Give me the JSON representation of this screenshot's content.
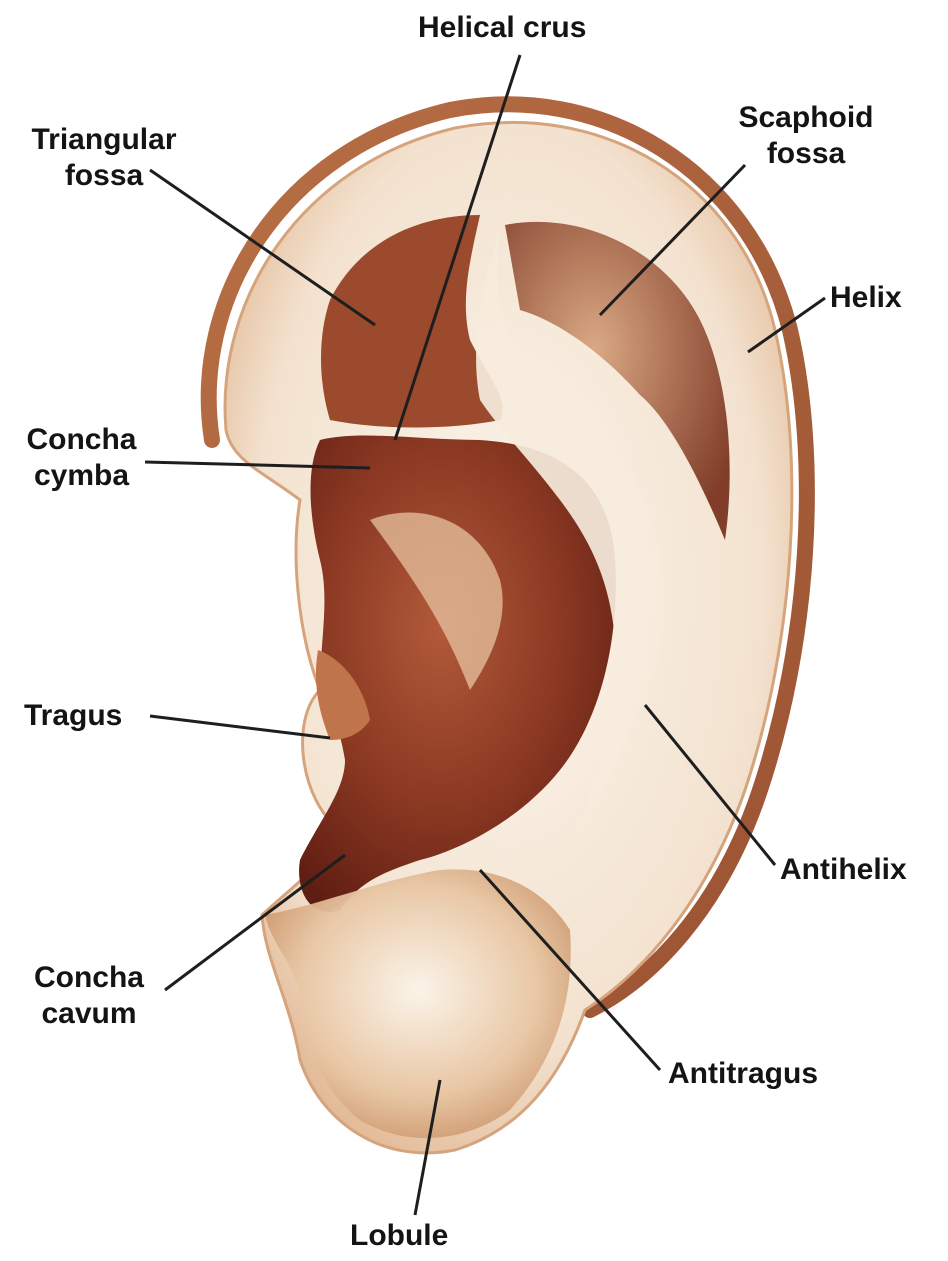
{
  "labels": {
    "helical_crus": "Helical crus",
    "triangular_fossa": [
      "Triangular",
      "fossa"
    ],
    "scaphoid_fossa": [
      "Scaphoid",
      "fossa"
    ],
    "helix": "Helix",
    "concha_cymba": [
      "Concha",
      "cymba"
    ],
    "tragus": "Tragus",
    "antihelix": "Antihelix",
    "concha_cavum": [
      "Concha",
      "cavum"
    ],
    "antitragus": "Antitragus",
    "lobule": "Lobule"
  },
  "colors": {
    "skin_light": "#f8efe4",
    "skin_mid": "#d9a77c",
    "skin_tan": "#c48a5e",
    "concha_dark": "#7a2e1c",
    "concha_deep": "#5e1d12",
    "leader": "#1e1e1e",
    "label_text": "#141414"
  }
}
